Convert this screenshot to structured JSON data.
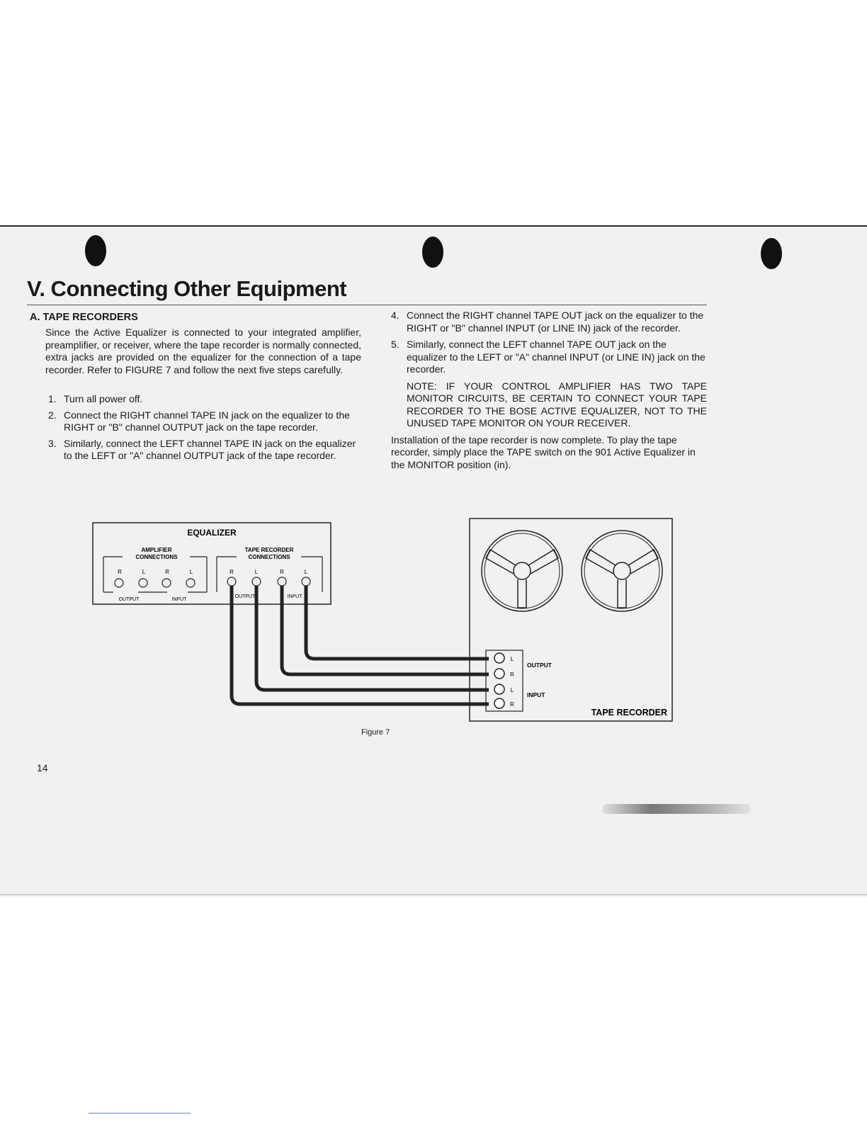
{
  "title": "V.   Connecting Other Equipment",
  "section": {
    "heading": "A.  TAPE RECORDERS"
  },
  "intro": "Since the Active Equalizer is connected to your integrated amplifier, preamplifier, or receiver, where the tape recorder is normally connected, extra jacks are provided on the equalizer for the connection of a tape recorder. Refer to FIGURE 7 and follow the next five steps carefully.",
  "steps": [
    {
      "n": "1.",
      "text": "Turn all power off."
    },
    {
      "n": "2.",
      "text": "Connect the RIGHT channel TAPE IN jack on the equalizer to the RIGHT or \"B\" channel OUTPUT jack on the tape recorder."
    },
    {
      "n": "3.",
      "text": "Similarly, connect the LEFT channel TAPE IN jack on the equalizer to the LEFT or \"A\" channel OUTPUT jack of the tape recorder."
    },
    {
      "n": "4.",
      "text": "Connect the RIGHT channel TAPE OUT jack on the equalizer to the RIGHT or \"B\" channel INPUT (or LINE IN) jack of the recorder."
    },
    {
      "n": "5.",
      "text": "Similarly, connect the LEFT channel TAPE OUT jack on the equalizer to the LEFT or \"A\" channel INPUT (or LINE IN) jack on the recorder."
    }
  ],
  "note": "NOTE: IF YOUR CONTROL AMPLIFIER HAS TWO TAPE MONITOR CIRCUITS, BE CERTAIN TO CONNECT YOUR TAPE RECORDER TO THE BOSE ACTIVE EQUALIZER, NOT TO THE UNUSED TAPE MONITOR ON YOUR RECEIVER.",
  "install": "Installation of the tape recorder is now complete. To play the tape recorder, simply place the TAPE switch on the 901 Active Equalizer in the MONITOR position (in).",
  "figure": {
    "equalizer_label": "EQUALIZER",
    "amp_conn_line1": "AMPLIFIER",
    "amp_conn_line2": "CONNECTIONS",
    "tape_conn_line1": "TAPE RECORDER",
    "tape_conn_line2": "CONNECTIONS",
    "amp_jacks": [
      "R",
      "L",
      "R",
      "L"
    ],
    "tape_jacks": [
      "R",
      "L",
      "R",
      "L"
    ],
    "output_label": "OUTPUT",
    "input_label": "INPUT",
    "recorder_jacks": [
      "L",
      "R",
      "L",
      "R"
    ],
    "recorder_output": "OUTPUT",
    "recorder_input": "INPUT",
    "recorder_label": "TAPE RECORDER",
    "caption": "Figure 7"
  },
  "page_number": "14"
}
